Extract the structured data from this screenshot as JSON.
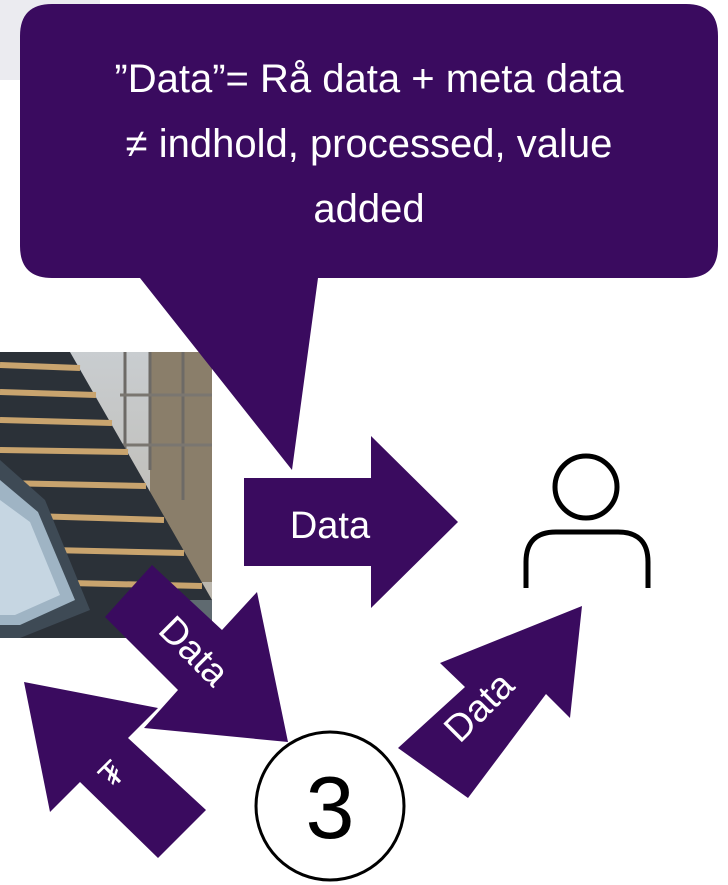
{
  "callout": {
    "line1": "”Data”= Rå data + meta data",
    "line2": "≠ indhold, processed, value",
    "line3": "added"
  },
  "arrows": {
    "right_label": "Data",
    "down_label": "Data",
    "up_label": "Data",
    "currency_label": "₮"
  },
  "node": {
    "label": "3"
  },
  "colors": {
    "accent": "#3a0b5f",
    "text_on_accent": "#ffffff",
    "node_stroke": "#000000"
  },
  "icons": {
    "person": "person-outline-icon",
    "photo": "roof-construction-photo"
  }
}
